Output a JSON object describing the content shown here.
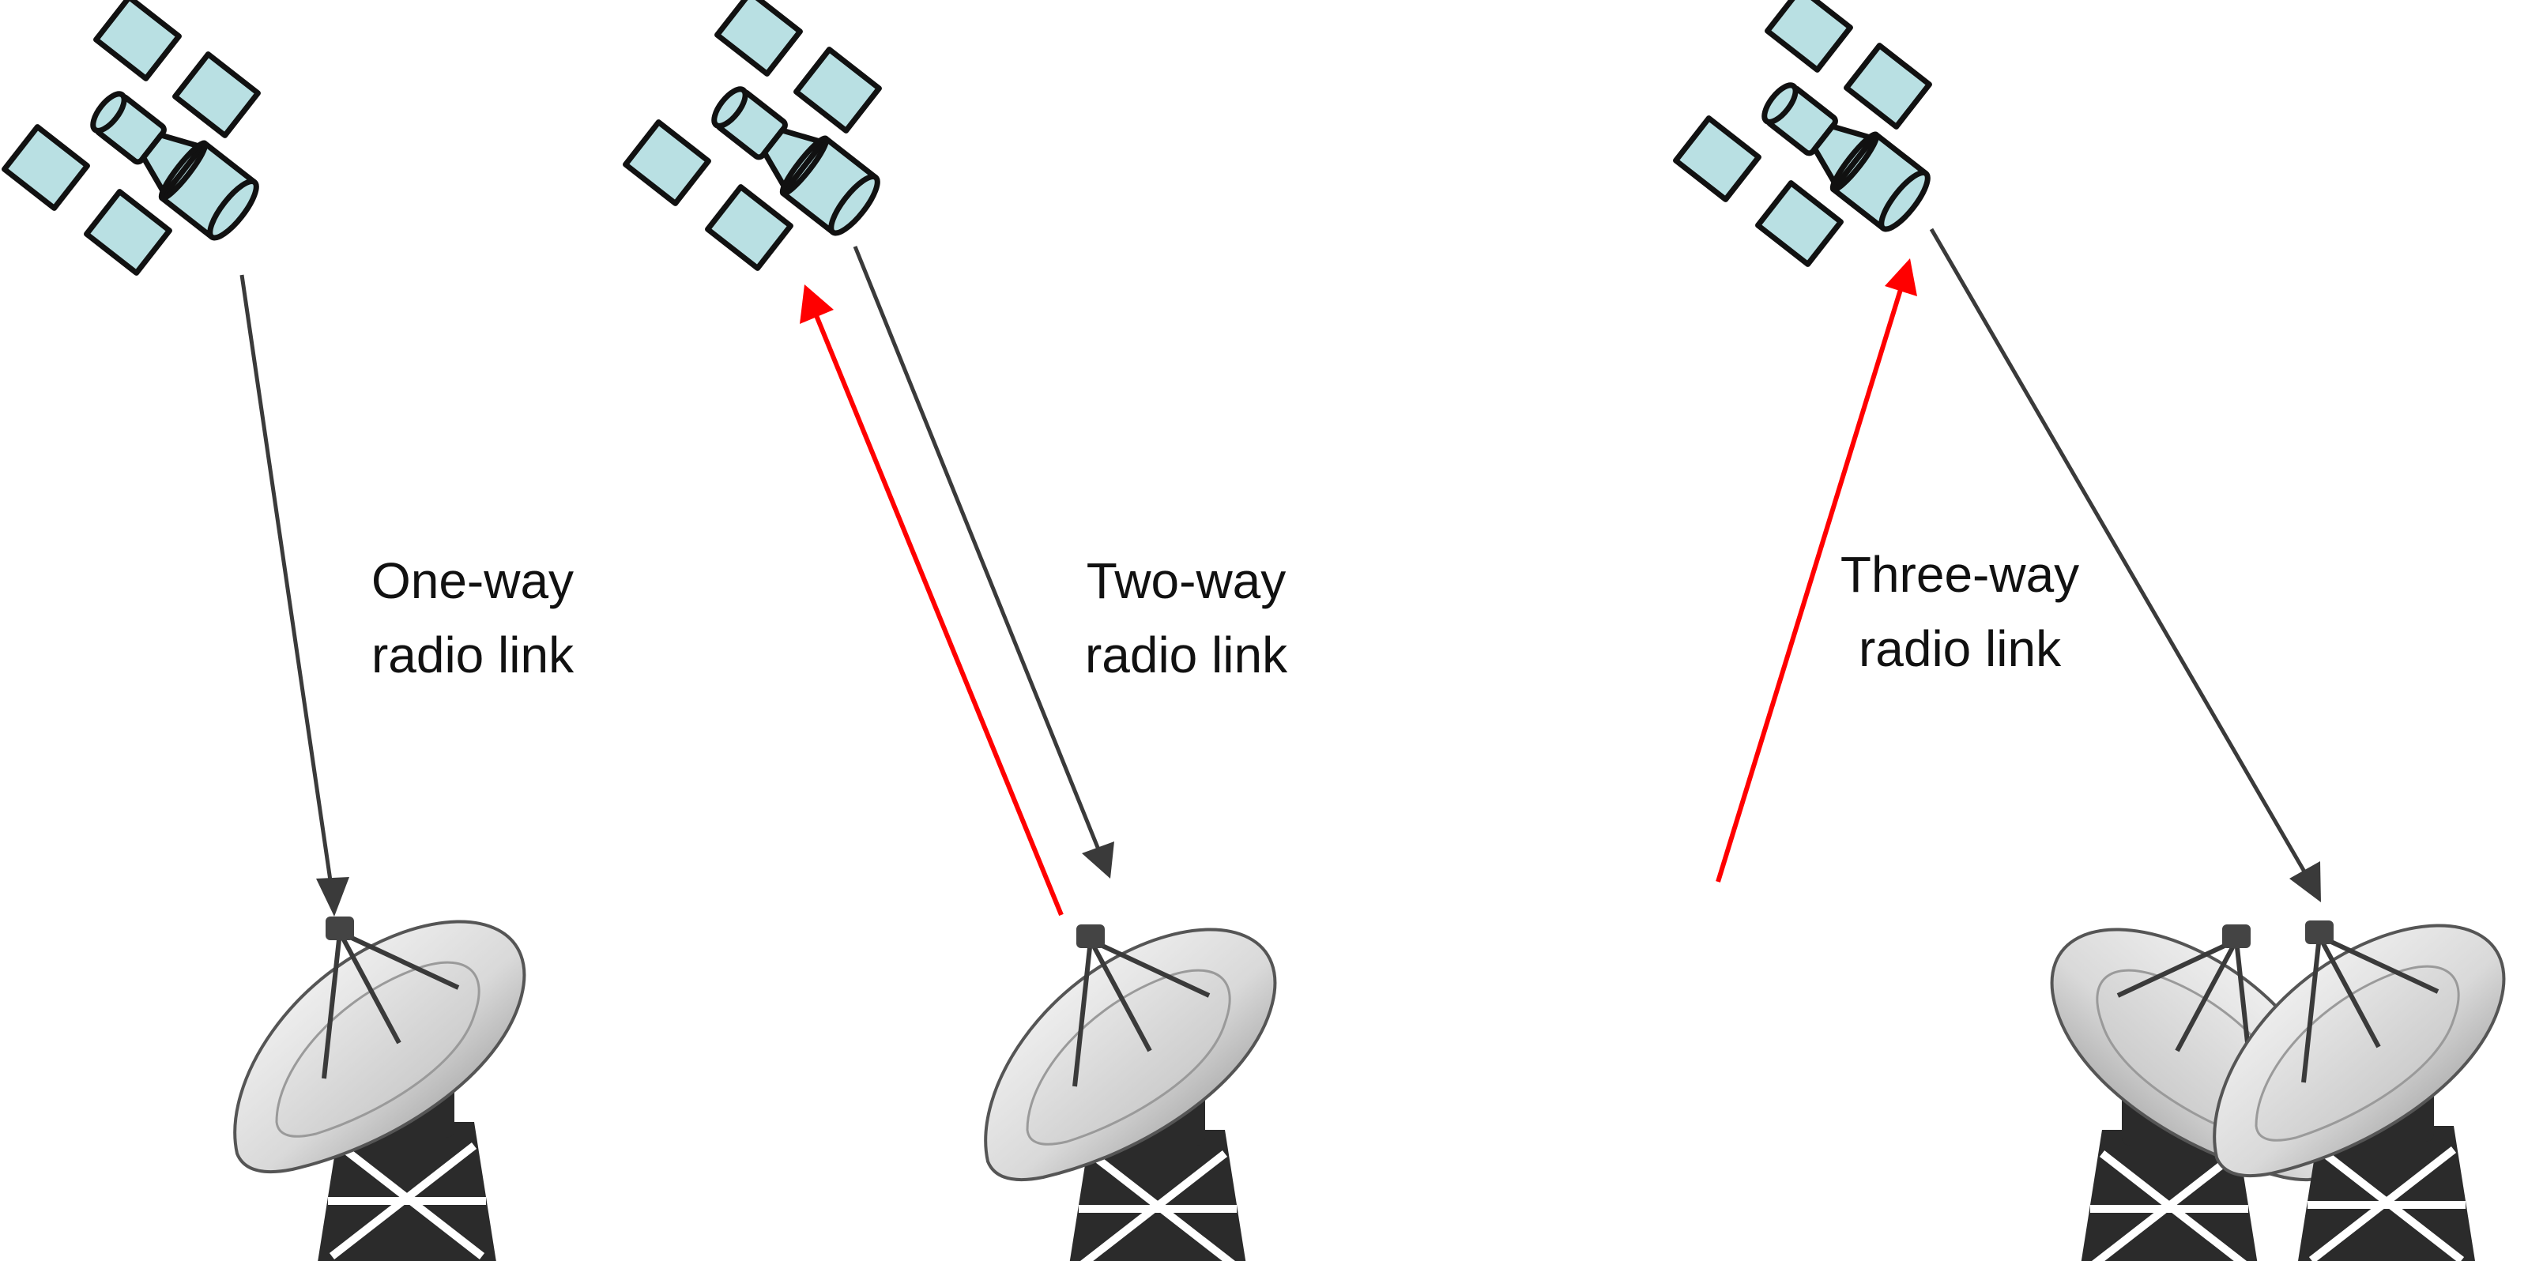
{
  "links": [
    {
      "line1": "One-way",
      "line2": "radio link"
    },
    {
      "line1": "Two-way",
      "line2": "radio link"
    },
    {
      "line1": "Three-way",
      "line2": "radio link"
    }
  ],
  "colors": {
    "downlink": "#3a3a3a",
    "uplink": "#ff0000",
    "satellite_fill": "#b9e0e3",
    "satellite_stroke": "#111111"
  },
  "icons": [
    "satellite-icon",
    "radio-dish-icon"
  ]
}
